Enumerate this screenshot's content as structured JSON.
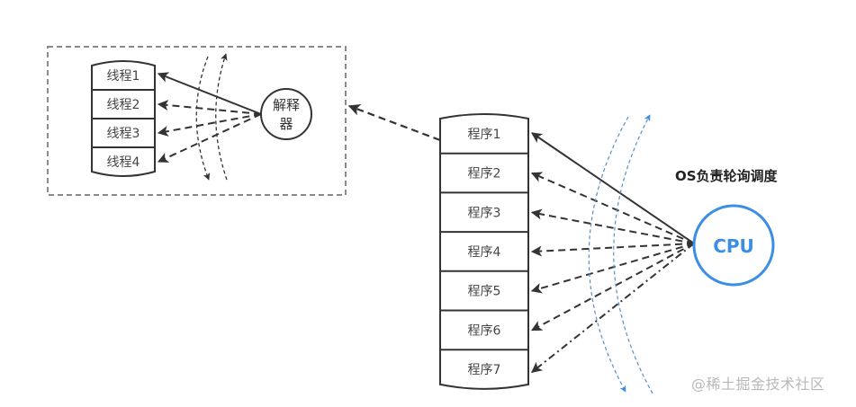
{
  "diagram": {
    "threads": {
      "labels": [
        "线程1",
        "线程2",
        "线程3",
        "线程4"
      ]
    },
    "interpreter": {
      "label_line1": "解释",
      "label_line2": "器"
    },
    "programs": {
      "labels": [
        "程序1",
        "程序2",
        "程序3",
        "程序4",
        "程序5",
        "程序6",
        "程序7"
      ]
    },
    "cpu": {
      "label": "CPU",
      "color": "#3a8ee6"
    },
    "scheduler_label": "OS负责轮询调度",
    "arrow_color": "#333333",
    "frame_color": "#8a8a8a",
    "arc_color_left": "#333333",
    "arc_color_right": "#3a8ee6"
  },
  "watermark": "@稀土掘金技术社区"
}
